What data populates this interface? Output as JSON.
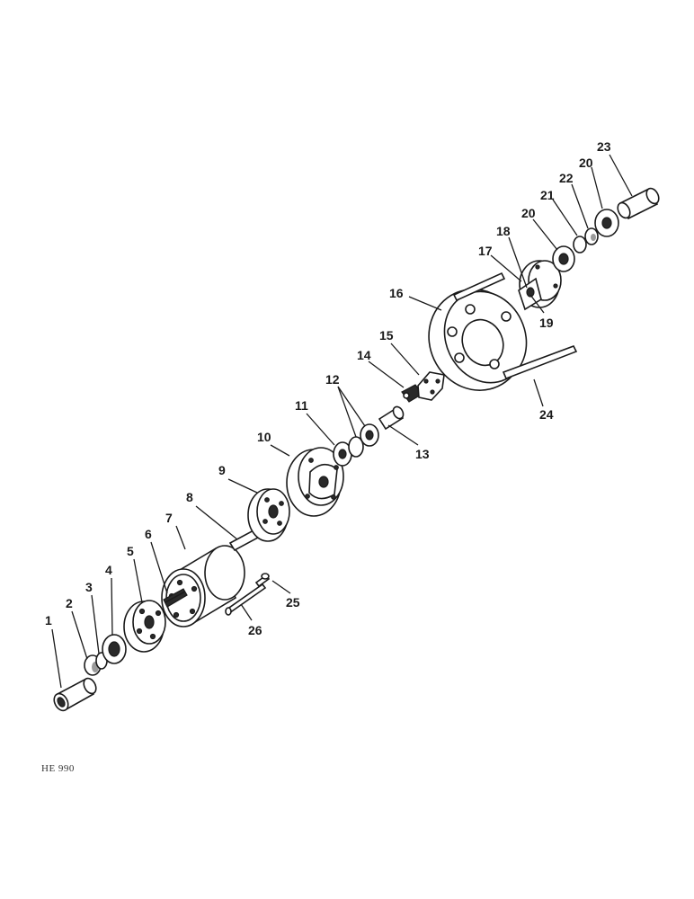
{
  "drawing_code": "HE 990",
  "part_labels": [
    "1",
    "2",
    "3",
    "4",
    "5",
    "6",
    "7",
    "8",
    "9",
    "10",
    "11",
    "12",
    "13",
    "14",
    "15",
    "16",
    "17",
    "18",
    "19",
    "20",
    "20",
    "21",
    "22",
    "23",
    "24",
    "25",
    "26"
  ],
  "colors": {
    "ink": "#1a1a1a",
    "paper": "#ffffff"
  }
}
